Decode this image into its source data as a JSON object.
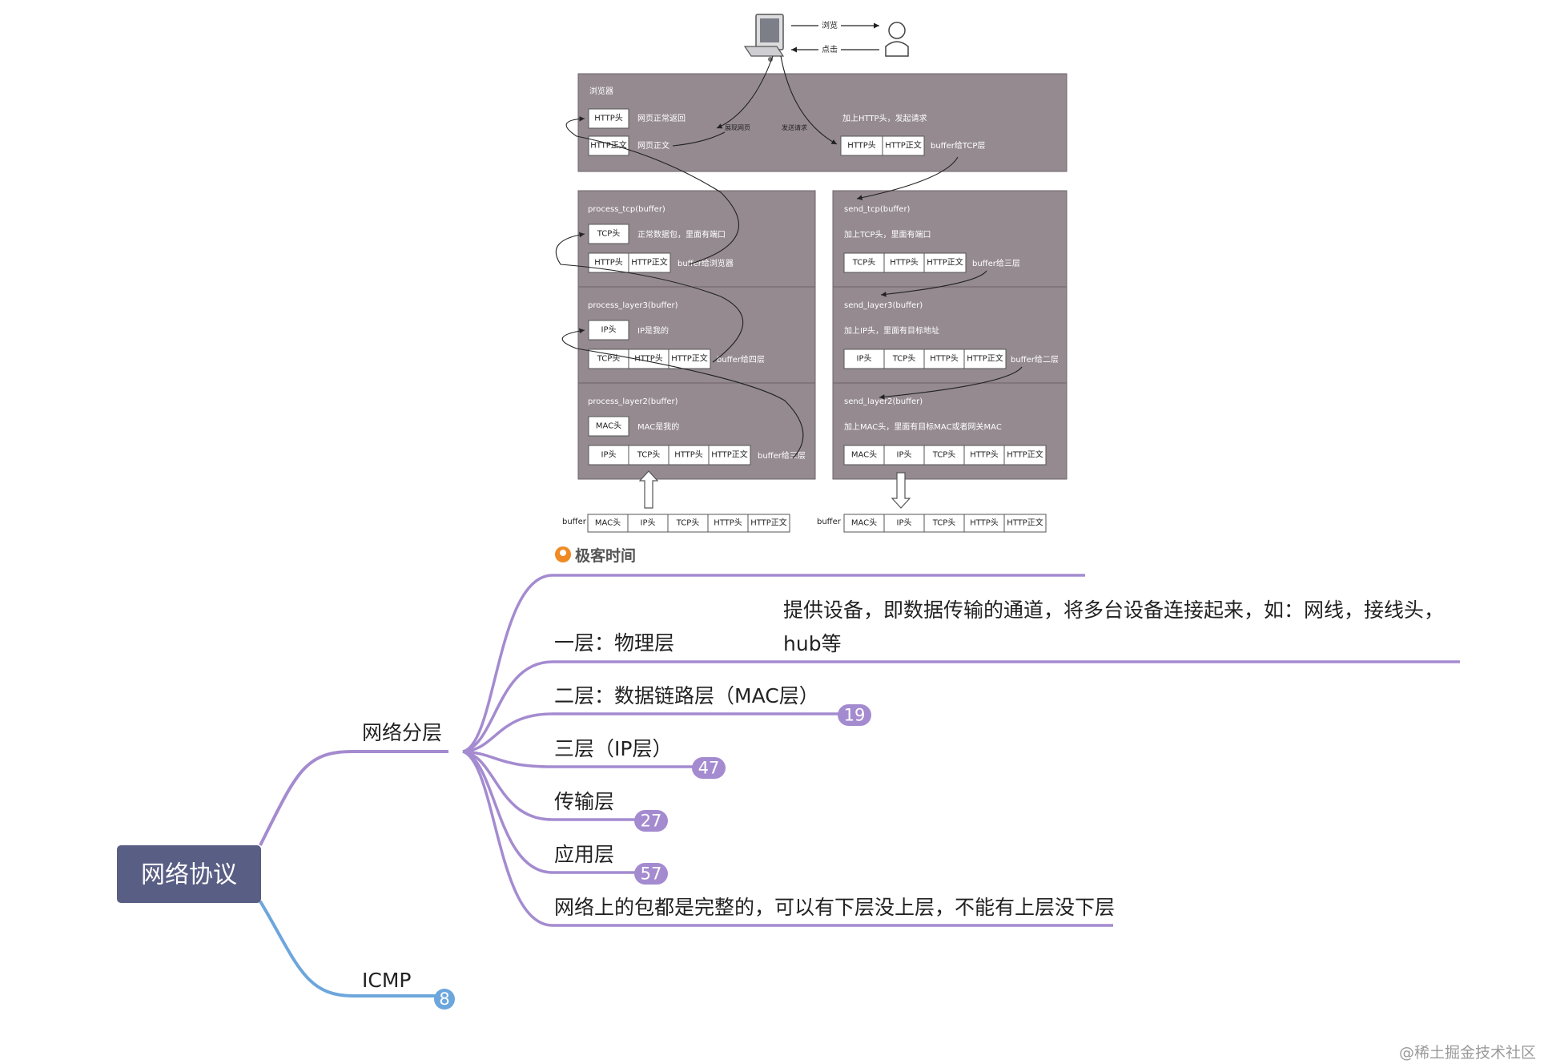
{
  "root": {
    "label": "网络协议",
    "bg": "#595e84"
  },
  "branches": [
    {
      "label": "网络分层",
      "color": "#a48bd0"
    },
    {
      "label": "ICMP",
      "color": "#6ca6dc",
      "badge": "8"
    }
  ],
  "layers": {
    "physical": {
      "label": "一层：物理层",
      "note_line1": "提供设备，即数据传输的通道，将多台设备连接起来，如：网线，接线头，",
      "note_line2": "hub等"
    },
    "datalink": {
      "label": "二层：数据链路层（MAC层）",
      "badge": "19"
    },
    "network": {
      "label": "三层（IP层）",
      "badge": "47"
    },
    "transport": {
      "label": "传输层",
      "badge": "27"
    },
    "application": {
      "label": "应用层",
      "badge": "57"
    },
    "note": {
      "label": "网络上的包都是完整的，可以有下层没上层，不能有上层没下层"
    }
  },
  "figure": {
    "top": {
      "browse": "浏览",
      "click": "点击"
    },
    "browser": {
      "title": "浏览器",
      "http_head": "HTTP头",
      "http_body": "HTTP正文",
      "page_ok": "网页正常返回",
      "page_body": "网页正文",
      "render": "展现网页",
      "send": "发送请求",
      "add_http": "加上HTTP头，发起请求",
      "to_tcp": "buffer给TCP层"
    },
    "recv": {
      "tcp_title": "process_tcp(buffer)",
      "tcp_head": "TCP头",
      "tcp_note": "正常数据包，里面有端口",
      "tcp_to": "buffer给浏览器",
      "l3_title": "process_layer3(buffer)",
      "ip_head": "IP头",
      "ip_note": "IP是我的",
      "l3_to": "buffer给四层",
      "l2_title": "process_layer2(buffer)",
      "mac_head": "MAC头",
      "mac_note": "MAC是我的",
      "l2_to": "buffer给三层"
    },
    "sendside": {
      "tcp_title": "send_tcp(buffer)",
      "tcp_note": "加上TCP头，里面有端口",
      "tcp_to": "buffer给三层",
      "l3_title": "send_layer3(buffer)",
      "l3_note": "加上IP头，里面有目标地址",
      "l3_to": "buffer给二层",
      "l2_title": "send_layer2(buffer)",
      "l2_note": "加上MAC头，里面有目标MAC或者网关MAC"
    },
    "buffer_label": "buffer",
    "cells": {
      "mac": "MAC头",
      "ip": "IP头",
      "tcp": "TCP头",
      "http": "HTTP头",
      "body": "HTTP正文"
    },
    "logo": "极客时间"
  },
  "watermark": "@稀土掘金技术社区"
}
